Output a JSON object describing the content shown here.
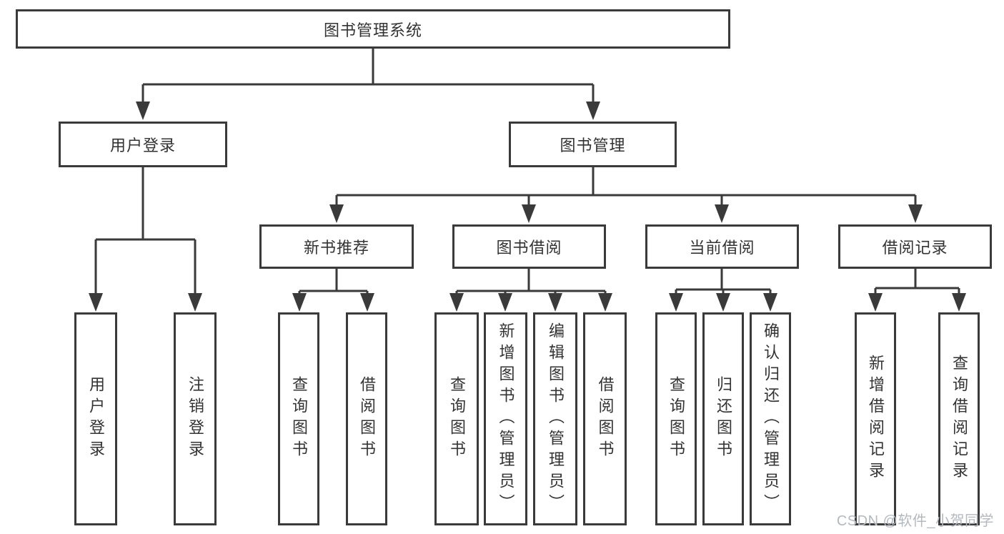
{
  "diagram": {
    "type": "hierarchy-tree",
    "colors": {
      "line": "#3a3a3a",
      "text": "#333333",
      "watermark": "#b4b9c0",
      "background": "#ffffff"
    },
    "root": {
      "label": "图书管理系统",
      "children": [
        {
          "label": "用户登录",
          "children": [
            {
              "label": "用户登录"
            },
            {
              "label": "注销登录"
            }
          ]
        },
        {
          "label": "图书管理",
          "children": [
            {
              "label": "新书推荐",
              "children": [
                {
                  "label": "查询图书"
                },
                {
                  "label": "借阅图书"
                }
              ]
            },
            {
              "label": "图书借阅",
              "children": [
                {
                  "label": "查询图书"
                },
                {
                  "label": "新增图书（管理员）"
                },
                {
                  "label": "编辑图书（管理员）"
                },
                {
                  "label": "借阅图书"
                }
              ]
            },
            {
              "label": "当前借阅",
              "children": [
                {
                  "label": "查询图书"
                },
                {
                  "label": "归还图书"
                },
                {
                  "label": "确认归还（管理员）"
                }
              ]
            },
            {
              "label": "借阅记录",
              "children": [
                {
                  "label": "新增借阅记录"
                },
                {
                  "label": "查询借阅记录"
                }
              ]
            }
          ]
        }
      ]
    },
    "watermark": {
      "text": "CSDN @软件_小贺同学"
    }
  }
}
